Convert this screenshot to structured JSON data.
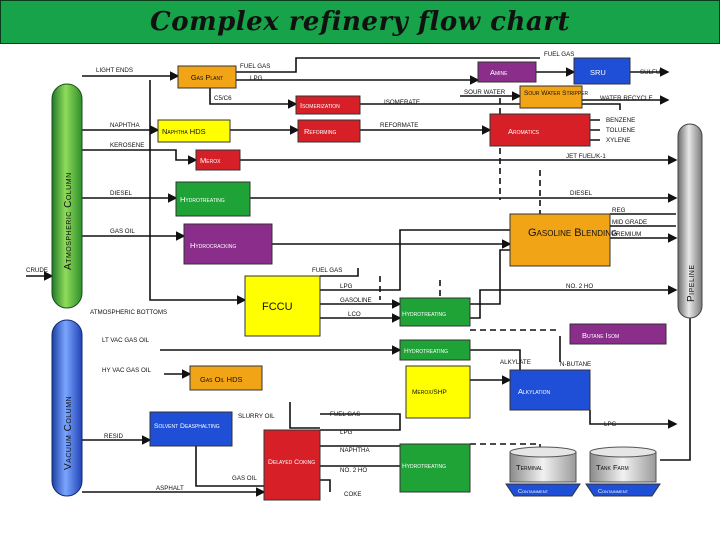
{
  "title": "Complex refinery flow chart",
  "colors": {
    "title_bg": "#16a34a",
    "green": "#1fa336",
    "orange": "#f2a417",
    "red": "#d61f26",
    "purple": "#8b2d8b",
    "blue": "#1f4fd6",
    "yellow": "#ffff00"
  },
  "columns": {
    "atmospheric": "Atmospheric Column",
    "vacuum": "Vacuum Column",
    "pipeline": "Pipeline"
  },
  "units": {
    "gas_plant": "Gas Plant",
    "amine": "Amine",
    "sru": "SRU",
    "isomerization": "Isomerization",
    "sour_water_stripper": "Sour Water Stripper",
    "reforming": "Reforming",
    "naphtha_hds": "Naphtha HDS",
    "aromatics": "Aromatics",
    "merox": "Merox",
    "hydrotreating_diesel": "Hydrotreating",
    "hydrocracking": "Hydrocracking",
    "gasoline_blending": "Gasoline Blending",
    "fccu": "FCCU",
    "hydrotreating_gasoline": "Hydrotreating",
    "hydrotreating_lco": "Hydrotreating",
    "butane_isom": "Butane Isom",
    "gas_oil_hds": "Gas Oil HDS",
    "merox_shp": "Merox/SHP",
    "alkylation": "Alkylation",
    "solvent_deasphalting": "Solvent Deasphalting",
    "delayed_coking": "Delayed Coking",
    "hydrotreating_naphtha": "Hydrotreating",
    "terminal": "Terminal",
    "tank_farm": "Tank Farm",
    "containment_1": "Containment",
    "containment_2": "Containment"
  },
  "streams": {
    "light_ends": "Light Ends",
    "fuel_gas_top": "Fuel Gas",
    "lpg_top": "LPG",
    "c5c6": "C5/C6",
    "isomerate": "Isomerate",
    "fuel_gas_sru": "Fuel Gas",
    "sulfur": "Sulfur",
    "sour_water": "Sour Water",
    "water_recycle": "Water Recycle",
    "naphtha": "Naphtha",
    "reformate": "Reformate",
    "benzene": "Benzene",
    "toluene": "Toluene",
    "xylene": "Xylene",
    "kerosene": "Kerosene",
    "jet_fuel": "Jet Fuel/K-1",
    "diesel": "Diesel",
    "diesel_out": "Diesel",
    "reg": "Reg",
    "mid_grade": "Mid Grade",
    "premium": "Premium",
    "gas_oil": "Gas Oil",
    "crude": "Crude",
    "fuel_gas_fcc": "Fuel Gas",
    "lpg_fcc": "LPG",
    "gasoline_fcc": "Gasoline",
    "lco": "LCO",
    "no2_ho": "No. 2 HO",
    "atm_bottoms": "Atmospheric Bottoms",
    "lt_vac_gas_oil": "Lt Vac Gas Oil",
    "hy_vac_gas_oil": "Hy Vac Gas Oil",
    "alkylate": "Alkylate",
    "n_butane": "N-Butane",
    "slurry_oil": "Slurry Oil",
    "fuel_gas_coker": "Fuel Gas",
    "lpg_coker": "LPG",
    "lpg_alky": "LPG",
    "resid": "Resid",
    "naphtha_coker": "Naphtha",
    "no2_ho_coker": "No. 2 HO",
    "gas_oil_coker": "Gas Oil",
    "asphalt": "Asphalt",
    "coke": "Coke"
  }
}
